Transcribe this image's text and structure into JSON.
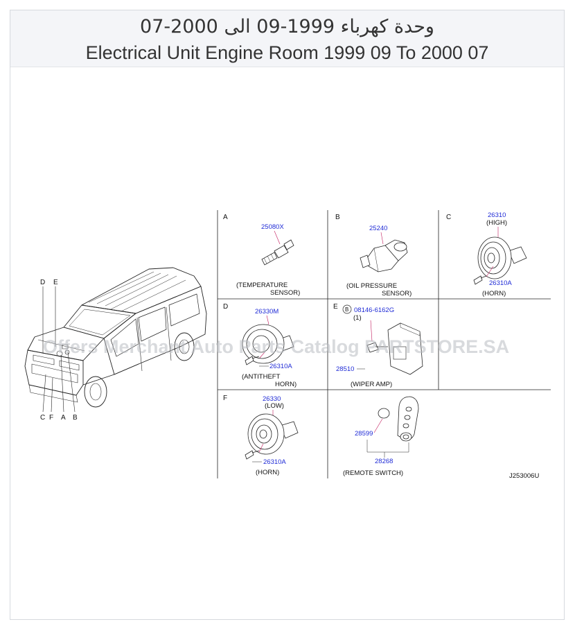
{
  "header": {
    "title_ar": "وحدة كهرباء 1999-09 الى 2000-07",
    "title_en": "Electrical Unit Engine Room 1999 09 To 2000 07"
  },
  "watermark": "Offers Merchant Auto Parts Catalog PARTSTORE.SA",
  "vehicle_callouts": {
    "top_left": [
      "D",
      "E"
    ],
    "bottom": [
      "C",
      "F",
      "A",
      "B"
    ]
  },
  "cells": {
    "a": {
      "letter": "A",
      "part": "25080X",
      "caption_1": "(TEMPERATURE",
      "caption_2": "SENSOR)"
    },
    "b": {
      "letter": "B",
      "part": "25240",
      "caption_1": "(OIL   PRESSURE",
      "caption_2": "SENSOR)"
    },
    "c": {
      "letter": "C",
      "part": "26310",
      "note": "(HIGH)",
      "bolt": "26310A",
      "caption_1": "(HORN)"
    },
    "d": {
      "letter": "D",
      "part": "26330M",
      "bolt": "26310A",
      "caption_1": "(ANTITHEFT",
      "caption_2": "HORN)"
    },
    "e": {
      "letter": "E",
      "bolt_marker": "B",
      "bolt": "08146-6162G",
      "qty": "(1)",
      "part": "28510",
      "caption_1": "(WIPER   AMP)"
    },
    "f": {
      "letter": "F",
      "part": "26330",
      "note": "(LOW)",
      "bolt": "26310A",
      "caption_1": "(HORN)"
    },
    "g": {
      "part_battery": "28599",
      "part": "28268",
      "caption_1": "(REMOTE       SWITCH)"
    }
  },
  "diagram_code": "J253006U",
  "colors": {
    "part_number": "#1f2bd6",
    "line": "#111111",
    "callout_line": "#c2185b"
  }
}
